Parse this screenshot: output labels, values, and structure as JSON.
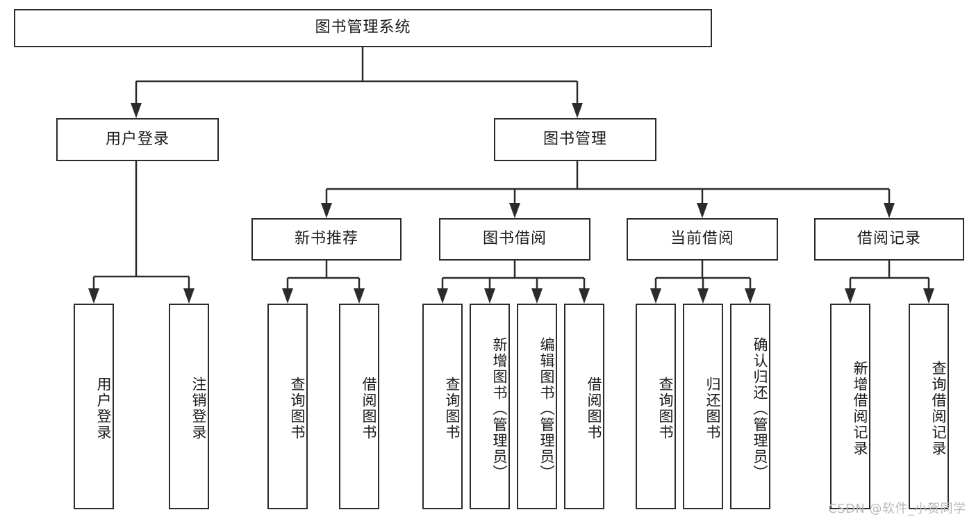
{
  "diagram": {
    "type": "tree-hierarchy",
    "title_node": {
      "label": "图书管理系统"
    },
    "level2": [
      {
        "id": "user-login",
        "label": "用户登录"
      },
      {
        "id": "book-management",
        "label": "图书管理"
      }
    ],
    "level3": [
      {
        "id": "new-book-recommend",
        "label": "新书推荐",
        "parent": "book-management"
      },
      {
        "id": "book-borrow",
        "label": "图书借阅",
        "parent": "book-management"
      },
      {
        "id": "current-borrow",
        "label": "当前借阅",
        "parent": "book-management"
      },
      {
        "id": "borrow-record",
        "label": "借阅记录",
        "parent": "book-management"
      }
    ],
    "leaves": {
      "user_login": [
        {
          "id": "leaf-user-login",
          "label": "用户登录"
        },
        {
          "id": "leaf-logout",
          "label": "注销登录"
        }
      ],
      "new_book_recommend": [
        {
          "id": "leaf-query-book-1",
          "label": "查询图书"
        },
        {
          "id": "leaf-borrow-book-1",
          "label": "借阅图书"
        }
      ],
      "book_borrow": [
        {
          "id": "leaf-query-book-2",
          "label": "查询图书"
        },
        {
          "id": "leaf-add-book",
          "label": "新增图书（管理员）"
        },
        {
          "id": "leaf-edit-book",
          "label": "编辑图书（管理员）"
        },
        {
          "id": "leaf-borrow-book-2",
          "label": "借阅图书"
        }
      ],
      "current_borrow": [
        {
          "id": "leaf-query-book-3",
          "label": "查询图书"
        },
        {
          "id": "leaf-return-book",
          "label": "归还图书"
        },
        {
          "id": "leaf-confirm-return",
          "label": "确认归还（管理员）"
        }
      ],
      "borrow_record": [
        {
          "id": "leaf-add-record",
          "label": "新增借阅记录"
        },
        {
          "id": "leaf-query-record",
          "label": "查询借阅记录"
        }
      ]
    },
    "colors": {
      "stroke": "#2b2b2b",
      "box_fill": "#ffffff",
      "text": "#1a1a1a",
      "watermark": "#b9b9b9",
      "background": "#ffffff"
    }
  },
  "watermark": {
    "text": "CSDN @软件_小贺同学"
  }
}
